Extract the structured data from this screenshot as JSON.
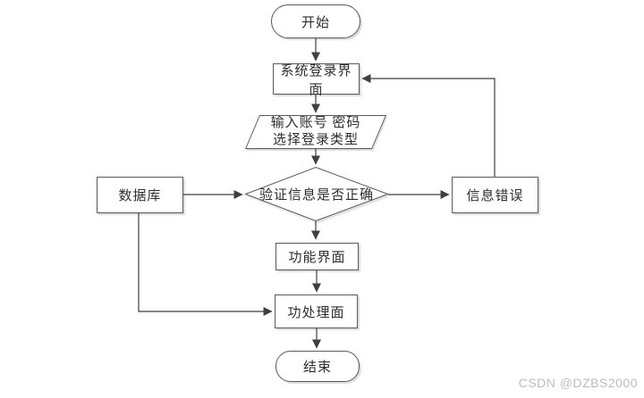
{
  "flowchart": {
    "nodes": {
      "start": {
        "type": "terminator",
        "label": "开始"
      },
      "login": {
        "type": "process",
        "label": "系统登录界面"
      },
      "input": {
        "type": "io",
        "label": "输入账号 密码\n选择登录类型"
      },
      "verify": {
        "type": "decision",
        "label": "验证信息是否正确"
      },
      "database": {
        "type": "process",
        "label": "数据库"
      },
      "info_error": {
        "type": "process",
        "label": "信息错误"
      },
      "function_ui": {
        "type": "process",
        "label": "功能界面"
      },
      "processing": {
        "type": "process",
        "label": "功处理面"
      },
      "end": {
        "type": "terminator",
        "label": "结束"
      }
    },
    "edges": [
      {
        "from": "start",
        "to": "login"
      },
      {
        "from": "login",
        "to": "input"
      },
      {
        "from": "input",
        "to": "verify"
      },
      {
        "from": "database",
        "to": "verify"
      },
      {
        "from": "verify",
        "to": "info_error"
      },
      {
        "from": "verify",
        "to": "function_ui"
      },
      {
        "from": "info_error",
        "to": "login"
      },
      {
        "from": "function_ui",
        "to": "processing"
      },
      {
        "from": "database",
        "to": "processing"
      },
      {
        "from": "processing",
        "to": "end"
      }
    ],
    "colors": {
      "background": "#ffffff",
      "shape_fill": "#ffffff",
      "shape_border": "#5a5a5a",
      "arrow_line": "#3f3f3f",
      "text": "#2e2e2e",
      "watermark": "#b9bdc1"
    }
  },
  "watermark": {
    "text": "CSDN @DZBS2000"
  }
}
